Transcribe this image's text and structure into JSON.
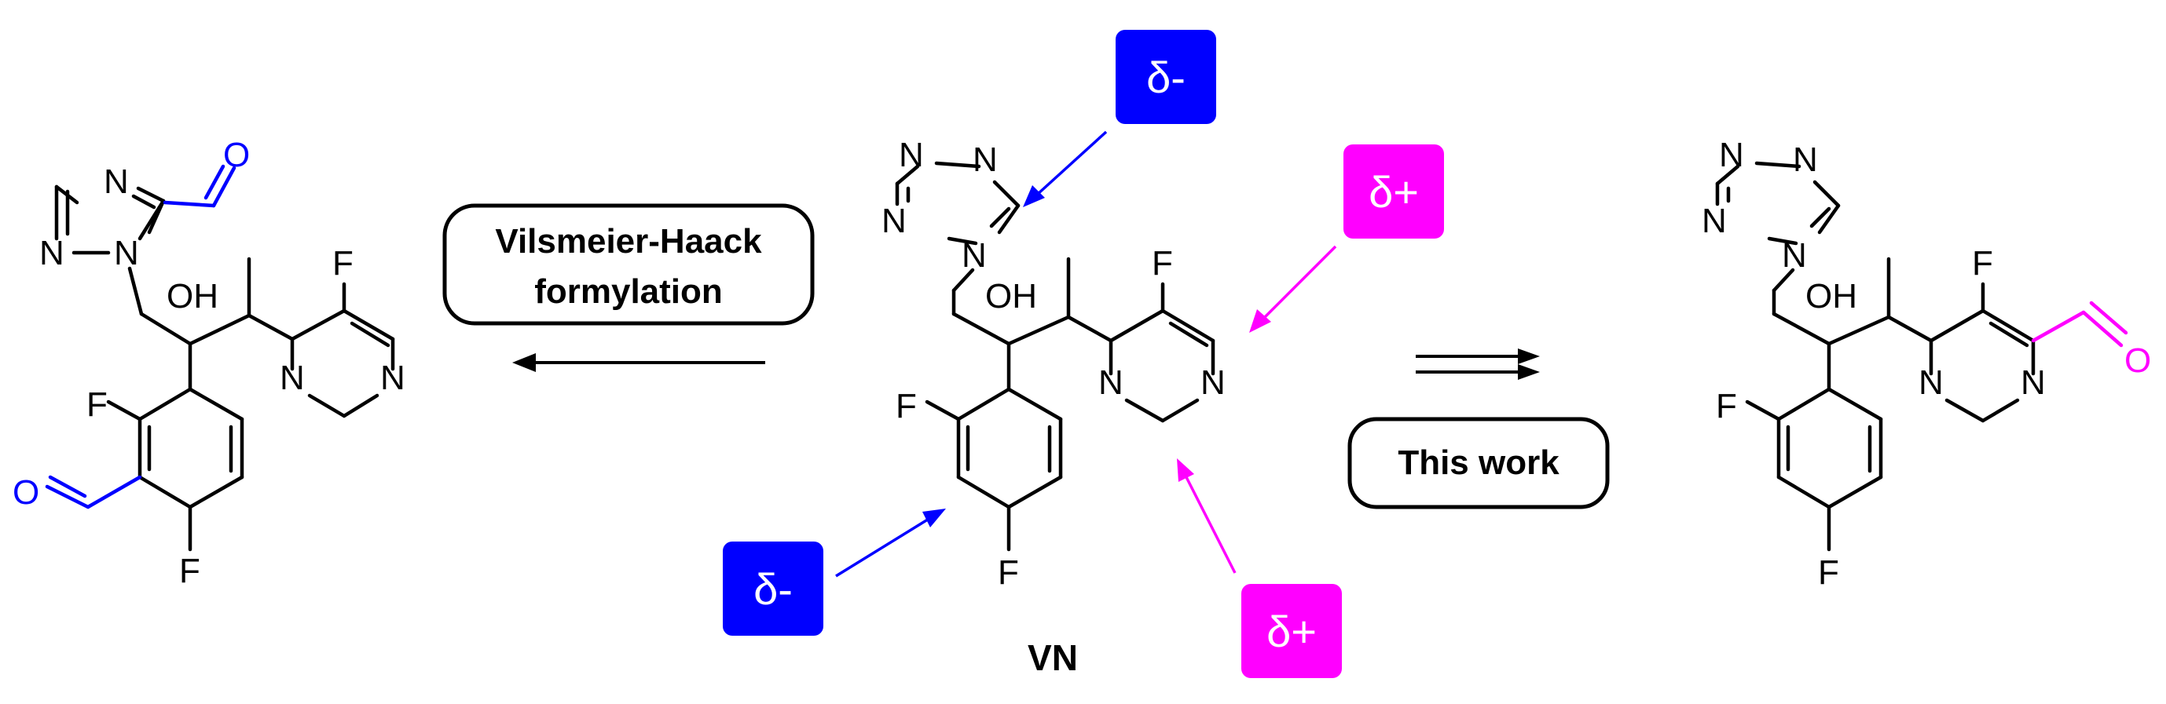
{
  "colors": {
    "delta_minus": "#0000ff",
    "delta_plus": "#ff00ff",
    "new_aldehyde_left": "#0000ff",
    "new_aldehyde_right": "#ff00ff",
    "bond": "#000000"
  },
  "left_molecule": {
    "atoms": {
      "N": "N",
      "O": "O",
      "F": "F",
      "OH": "OH"
    }
  },
  "center_molecule": {
    "name": "VN",
    "atoms": {
      "N": "N",
      "F": "F",
      "OH": "OH"
    }
  },
  "right_molecule": {
    "atoms": {
      "N": "N",
      "O": "O",
      "F": "F",
      "OH": "OH"
    }
  },
  "reaction_left": {
    "label_line1": "Vilsmeier-Haack",
    "label_line2": "formylation"
  },
  "reaction_right": {
    "label": "This work"
  },
  "charges": {
    "delta_minus": "δ-",
    "delta_plus": "δ+"
  }
}
